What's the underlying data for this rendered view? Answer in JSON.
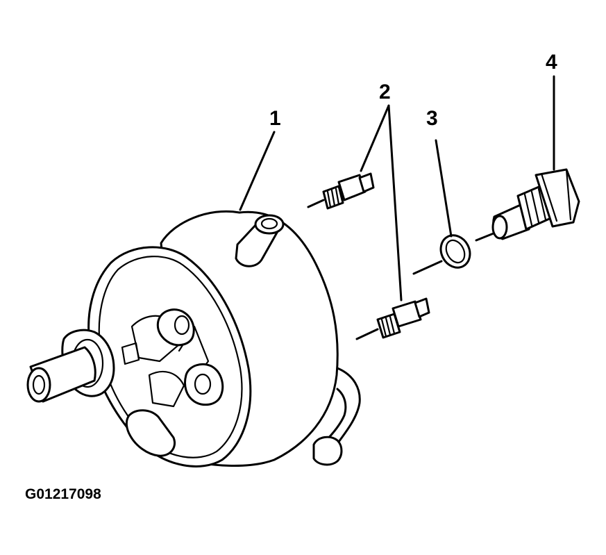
{
  "callouts": {
    "part_1": "1",
    "part_2": "2",
    "part_3": "3",
    "part_4": "4"
  },
  "figure_id": "G01217098",
  "colors": {
    "line": "#000000",
    "background": "#ffffff"
  }
}
